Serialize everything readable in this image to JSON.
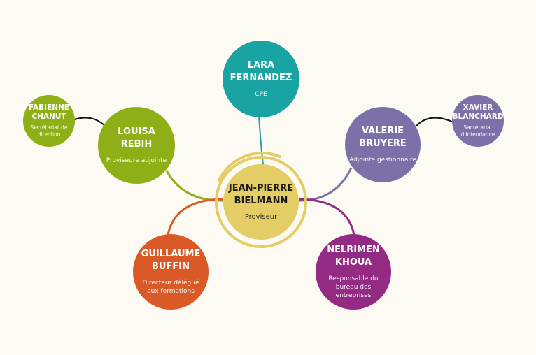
{
  "colors": {
    "background": "#fdf9f3",
    "center": "#e3cd64",
    "teal": "#1aa3a3",
    "green": "#8faf17",
    "purple": "#7b70a8",
    "orange": "#d95a27",
    "magenta": "#932a83"
  },
  "center": {
    "name": "JEAN-PIERRE BIELMANN",
    "role": "Proviseur"
  },
  "nodes": {
    "lara": {
      "name": "LARA FERNANDEZ",
      "role": "CPE"
    },
    "louisa": {
      "name": "LOUISA REBIH",
      "role": "Proviseure adjointe"
    },
    "fabienne": {
      "name": "FABIENNE CHANUT",
      "role": "Secrétariat de direction"
    },
    "valerie": {
      "name": "VALERIE BRUYERE",
      "role": "Adjointe gestionnaire"
    },
    "xavier": {
      "name": "XAVIER BLANCHARD",
      "role": "Sacrétariat d'intendance"
    },
    "guillaume": {
      "name": "GUILLAUME BUFFIN",
      "role": "Directeur délégué aux formations"
    },
    "nelrimen": {
      "name": "NELRIMEN KHOUA",
      "role": "Responsable du bureau des entreprises"
    }
  }
}
